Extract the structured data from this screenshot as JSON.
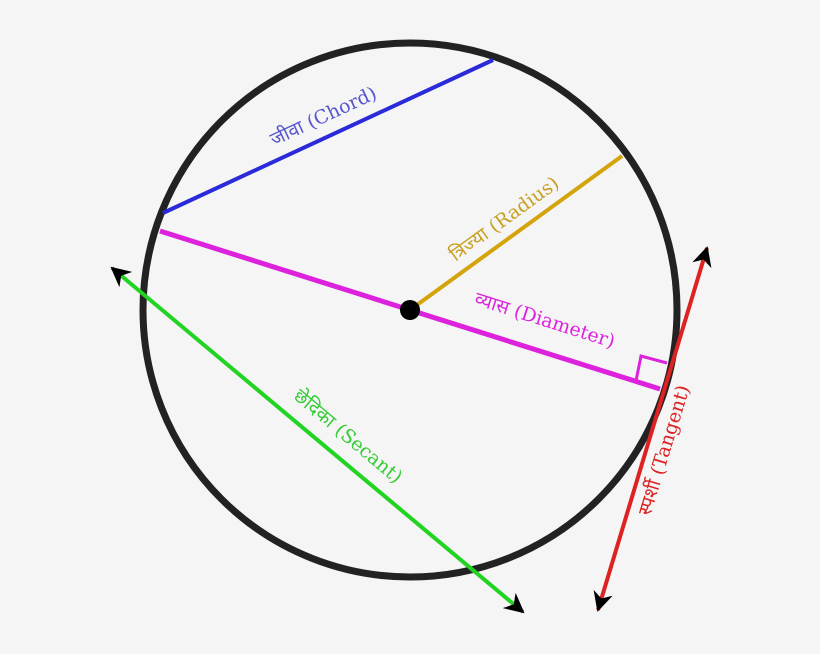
{
  "labels": {
    "chord": "जीवा (Chord)",
    "radius": "त्रिज्या (Radius)",
    "diameter": "व्यास (Diameter)",
    "secant": "छेदिका (Secant)",
    "tangent": "स्पर्शी (Tangent)"
  },
  "colors": {
    "background": "#f5f5f5",
    "circle": "#222222",
    "chord": "#2a2ad8",
    "radius": "#d4a40c",
    "diameter": "#dd22dd",
    "secant": "#22d422",
    "tangent": "#dd2222",
    "chord_text": "#5555cc",
    "radius_text": "#c8a020",
    "secant_text": "#33cc33"
  }
}
